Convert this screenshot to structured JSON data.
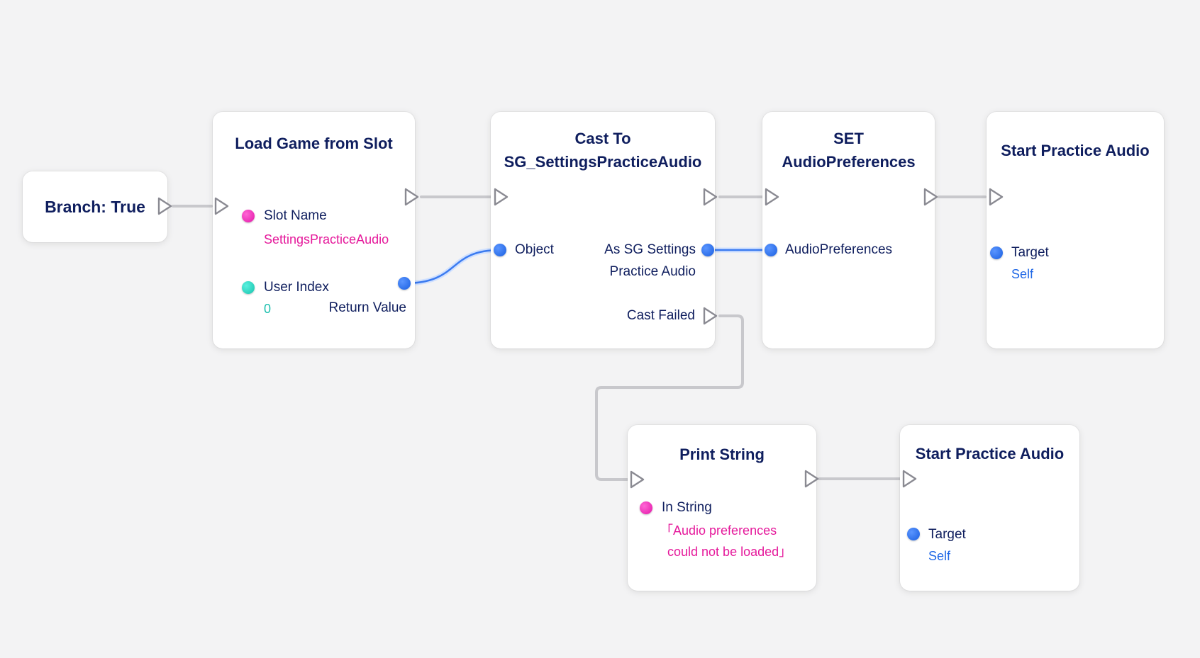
{
  "colors": {
    "background": "#f3f3f4",
    "node_fill": "#ffffff",
    "title_text": "#0f1e5e",
    "string_pin": "#e5199b",
    "int_pin": "#1cbfae",
    "object_pin": "#1f67e6",
    "exec_wire": "#c8c8cc",
    "data_wire": "#3b7bf0"
  },
  "nodes": {
    "branch": {
      "title": "Branch:  True"
    },
    "load_game": {
      "title": "Load Game from Slot",
      "slot_name_label": "Slot Name",
      "slot_name_value": "SettingsPracticeAudio",
      "user_index_label": "User Index",
      "user_index_value": "0",
      "return_value_label": "Return Value"
    },
    "cast": {
      "title_line1": "Cast To",
      "title_line2": "SG_SettingsPracticeAudio",
      "object_label": "Object",
      "as_label_line1": "As SG Settings",
      "as_label_line2": "Practice Audio",
      "cast_failed_label": "Cast Failed"
    },
    "set_prefs": {
      "title_line1": "SET",
      "title_line2": "AudioPreferences",
      "input_label": "AudioPreferences"
    },
    "start_audio_1": {
      "title": "Start Practice Audio",
      "target_label": "Target",
      "target_value": "Self"
    },
    "print_string": {
      "title": "Print String",
      "in_string_label": "In String",
      "in_string_line1": "「Audio preferences",
      "in_string_line2": "could not be loaded」"
    },
    "start_audio_2": {
      "title": "Start Practice Audio",
      "target_label": "Target",
      "target_value": "Self"
    }
  }
}
